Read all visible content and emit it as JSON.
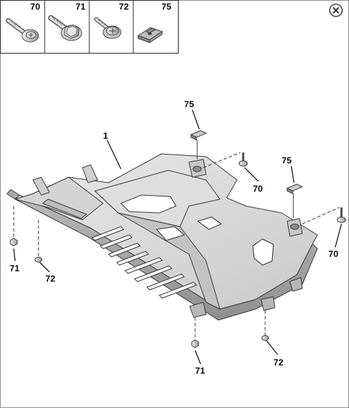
{
  "legend_tiles": [
    {
      "number": "70",
      "icon": "pan-head-screw-icon"
    },
    {
      "number": "71",
      "icon": "hex-flange-bolt-icon"
    },
    {
      "number": "72",
      "icon": "flange-screw-icon"
    },
    {
      "number": "75",
      "icon": "clip-nut-icon"
    }
  ],
  "close_icon": "close-icon",
  "callouts": {
    "part_1": "1",
    "screw_70_mid": "70",
    "screw_70_right": "70",
    "bolt_71_left": "71",
    "bolt_71_bottom": "71",
    "screw_72_left": "72",
    "screw_72_bottom": "72",
    "clip_75_top": "75",
    "clip_75_right": "75"
  }
}
